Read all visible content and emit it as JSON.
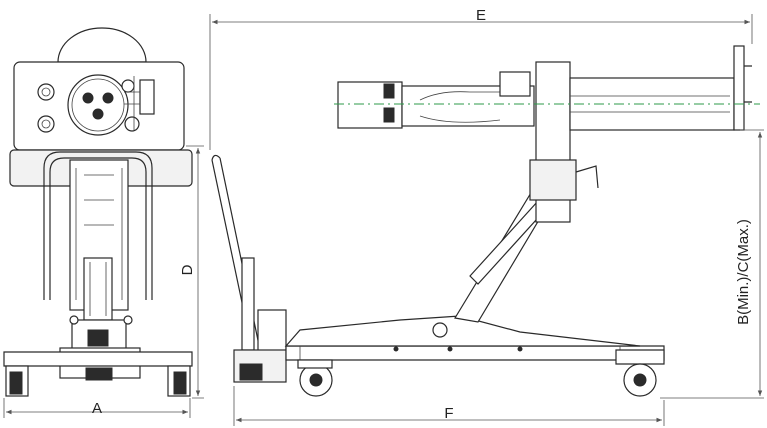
{
  "dimensions": {
    "A": "A",
    "D": "D",
    "E": "E",
    "F": "F",
    "B_C": "B(Min.)/C(Max.)"
  },
  "colors": {
    "centerline": "#2e9a4a",
    "line": "#2a2a2a",
    "dark_fill": "#2b2b2b"
  }
}
